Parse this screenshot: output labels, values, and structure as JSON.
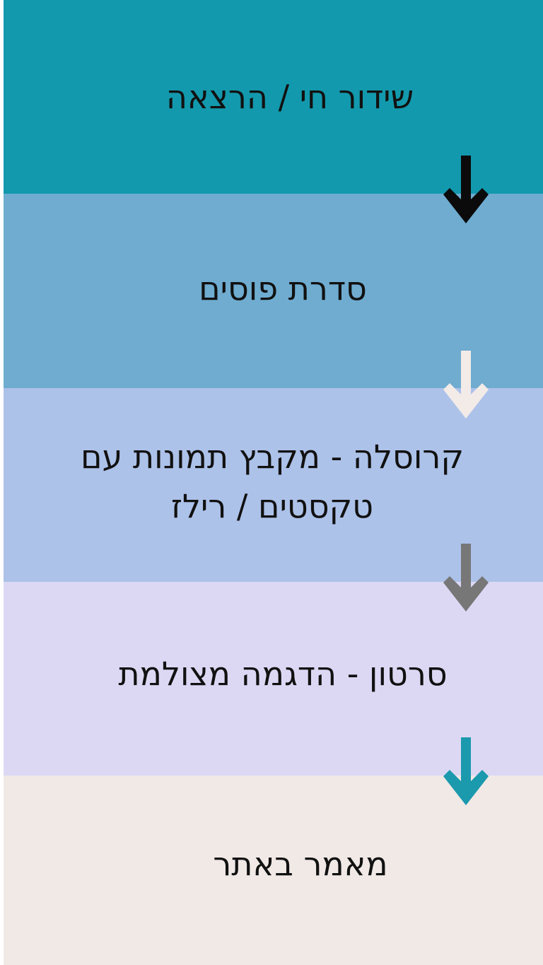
{
  "steps": [
    {
      "label": "שידור חי / הרצאה",
      "color": "#1399ad"
    },
    {
      "label": "סדרת פוסים",
      "color": "#6facd0"
    },
    {
      "label_line1": "קרוסלה - מקבץ תמונות עם",
      "label_line2": "טקסטים / רילז",
      "color": "#adc2e9"
    },
    {
      "label": "סרטון - הדגמה מצולמת",
      "color": "#dcd8f4"
    },
    {
      "label": "מאמר באתר",
      "color": "#f1e9e6"
    }
  ],
  "arrows": [
    {
      "icon": "arrow-down-icon",
      "color": "#0b0b0b"
    },
    {
      "icon": "arrow-down-icon",
      "color": "#f3ebe8"
    },
    {
      "icon": "arrow-down-icon",
      "color": "#777777"
    },
    {
      "icon": "arrow-down-icon",
      "color": "#1b99ad"
    }
  ]
}
